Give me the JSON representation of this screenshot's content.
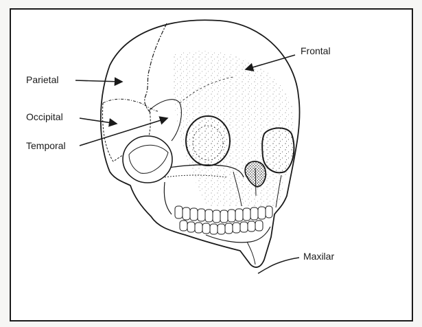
{
  "diagram": {
    "labels": {
      "parietal": "Parietal",
      "occipital": "Occipital",
      "temporal": "Temporal",
      "frontal": "Frontal",
      "maxilar": "Maxilar"
    },
    "colors": {
      "ink": "#1a1a1a",
      "paper": "#ffffff"
    }
  }
}
